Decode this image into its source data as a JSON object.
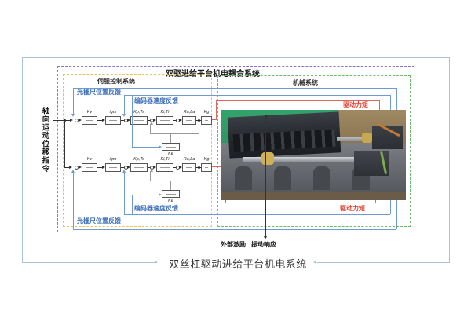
{
  "caption": "双丝杠驱动进给平台机电系统",
  "title": "双驱进给平台机电耦合系统",
  "servo_label": "伺服控制系统",
  "mech_label": "机械系统",
  "input_label": "轴向运动位移指令",
  "block_labels": [
    "Kv",
    "igm",
    "Kp,Ts",
    "Ki,Ti",
    "Ra,La",
    "Kg"
  ],
  "ke_label": "Ke",
  "pos_feedback": "光栅尺位置反馈",
  "spd_feedback": "编码器速度反馈",
  "torque": "驱动力矩",
  "excitation": "外部激励",
  "response": "振动响应",
  "colors": {
    "frame": "#a9c0d6",
    "coupling_box_purple": "#8a75c9",
    "servo_box_yellow": "#e6c35c",
    "mech_box_green": "#6cbc70",
    "feedback_text_blue": "#3a6db8",
    "feedback_line_blue": "#6f9bd1",
    "torque_text_red": "#e03c2e",
    "torque_line_red": "#d96a5a"
  }
}
